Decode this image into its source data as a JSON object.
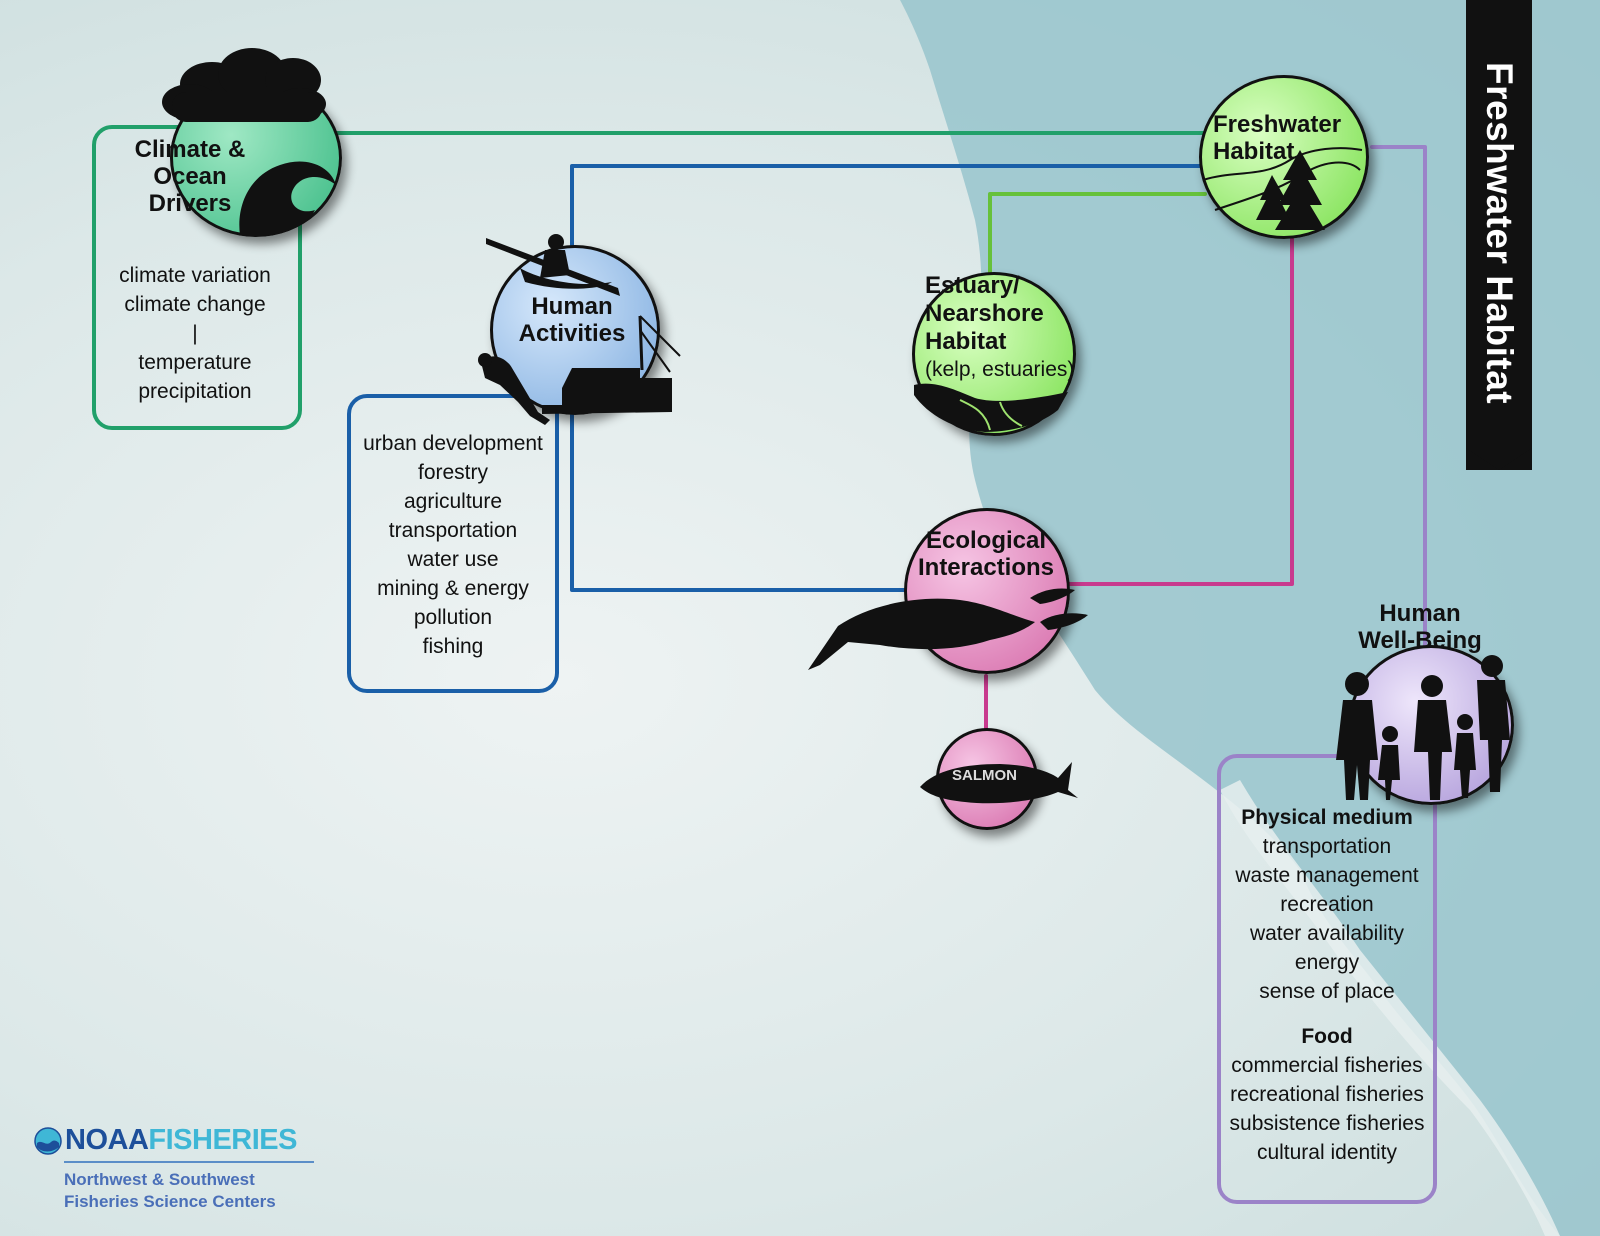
{
  "colors": {
    "climate": "#21a06a",
    "human_activities": "#1a5fa8",
    "habitat": "#66c13a",
    "ecological": "#c83a8e",
    "wellbeing": "#9b83c8",
    "ocean": "#98c4cc"
  },
  "icons": {
    "climate": "cloud-and-wave-icon",
    "human_activities": "kayaker-diver-boat-icon",
    "freshwater": "pine-trees-icon",
    "estuary": "river-delta-icon",
    "ecological": "fish-icon",
    "salmon": "salmon-icon",
    "wellbeing": "family-silhouette-icon",
    "logo": "noaa-emblem-icon"
  },
  "banner": {
    "title": "Freshwater Habitat"
  },
  "nodes": {
    "climate": {
      "title_line1": "Climate &",
      "title_line2": "Ocean Drivers"
    },
    "human_activities": {
      "title_line1": "Human",
      "title_line2": "Activities"
    },
    "freshwater": {
      "title_line1": "Freshwater",
      "title_line2": "Habitat"
    },
    "estuary": {
      "title_line1": "Estuary/",
      "title_line2": "Nearshore",
      "title_line3": "Habitat",
      "subtitle": "(kelp, estuaries)"
    },
    "ecological": {
      "title_line1": "Ecological",
      "title_line2": "Interactions"
    },
    "salmon": {
      "label": "SALMON"
    },
    "wellbeing": {
      "title_line1": "Human",
      "title_line2": "Well-Being"
    }
  },
  "lists": {
    "climate": [
      "climate variation",
      "climate change",
      "|",
      "temperature",
      "precipitation"
    ],
    "human_activities": [
      "urban development",
      "forestry",
      "agriculture",
      "transportation",
      "water use",
      "mining & energy",
      "pollution",
      "fishing"
    ],
    "wellbeing": {
      "group1_title": "Physical medium",
      "group1_items": [
        "transportation",
        "waste management",
        "recreation",
        "water availability",
        "energy",
        "sense of place"
      ],
      "group2_title": "Food",
      "group2_items": [
        "commercial fisheries",
        "recreational fisheries",
        "subsistence fisheries",
        "cultural identity"
      ]
    }
  },
  "logo": {
    "name_part1": "NOAA",
    "name_part2": "FISHERIES",
    "line1": "Northwest & Southwest",
    "line2": "Fisheries Science Centers"
  }
}
